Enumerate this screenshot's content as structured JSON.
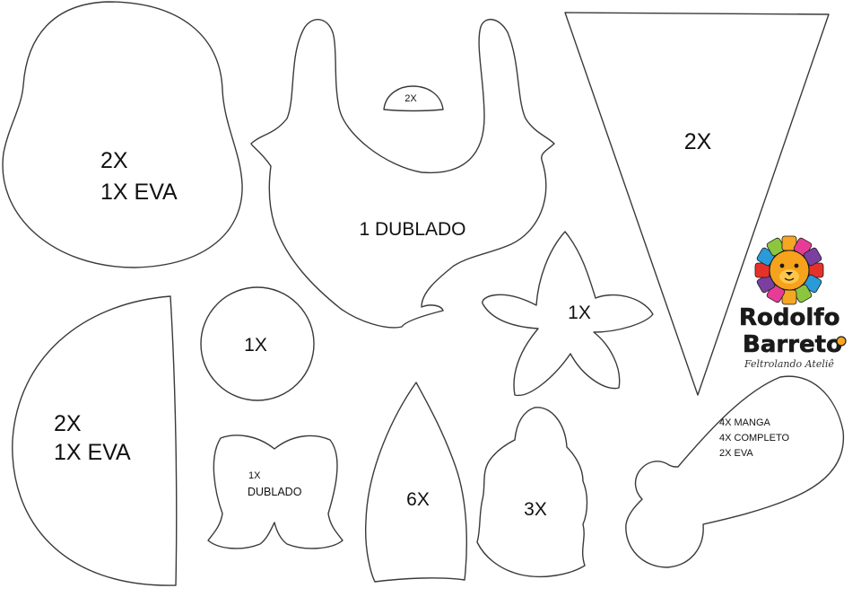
{
  "pieces": {
    "head": {
      "line1": "2X",
      "line2": "1X EVA"
    },
    "body": {
      "label": "1 DUBLADO"
    },
    "nose": {
      "label": "2X"
    },
    "hat": {
      "label": "2X"
    },
    "half_circle": {
      "line1": "2X",
      "line2": "1X EVA"
    },
    "circle": {
      "label": "1X"
    },
    "flower": {
      "label": "1X"
    },
    "hair": {
      "line1": "1X",
      "line2": "DUBLADO"
    },
    "leaf": {
      "label": "6X"
    },
    "bell": {
      "label": "3X"
    },
    "arm": {
      "line1": "4X MANGA",
      "line2": "4X COMPLETO",
      "line3": "2X EVA"
    }
  },
  "brand": {
    "name_line1": "Rodolfo",
    "name_line2": "Barreto",
    "tagline": "Feltrolando Ateliê",
    "colors": {
      "ring": [
        "#e4322b",
        "#2a9ad8",
        "#8cc63f",
        "#f5a623",
        "#e73c95",
        "#7b3fa0"
      ],
      "lion_face": "#f6a21c",
      "lion_face_light": "#ffc74a"
    },
    "icon": "lion-logo-icon"
  }
}
